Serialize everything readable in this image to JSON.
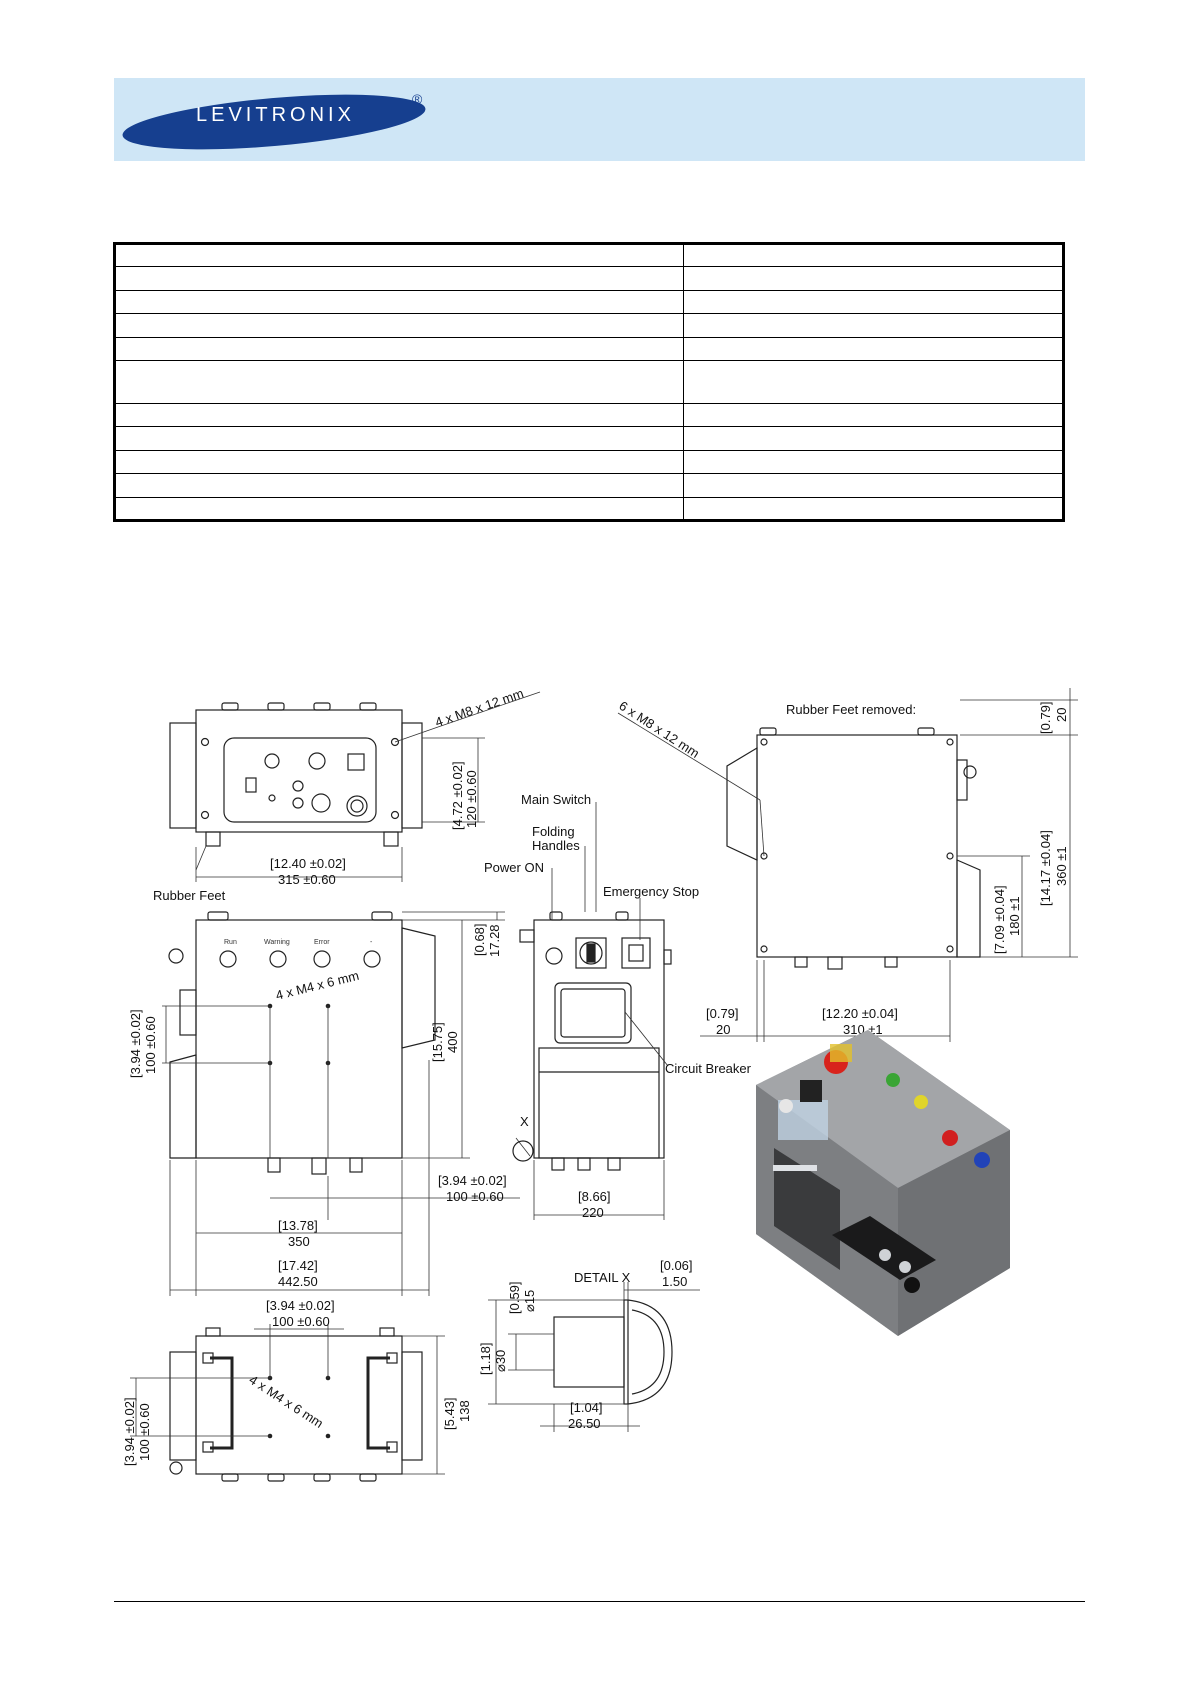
{
  "header": {
    "brand": "LEVITRONIX",
    "registered": "®",
    "banner_color": "#cfe6f6",
    "logo_color": "#163f8f"
  },
  "spec_table": {
    "rows": [
      [
        "",
        ""
      ],
      [
        "",
        ""
      ],
      [
        "",
        ""
      ],
      [
        "",
        ""
      ],
      [
        "",
        ""
      ],
      [
        "",
        ""
      ],
      [
        "",
        ""
      ],
      [
        "",
        ""
      ],
      [
        "",
        ""
      ],
      [
        "",
        ""
      ],
      [
        "",
        ""
      ]
    ]
  },
  "drawing": {
    "front": {
      "mount_screws": "4 x M8 x 12 mm",
      "width_in": "[12.40 ±0.02]",
      "width_mm": "315 ±0.60",
      "height_in": "[4.72 ±0.02]",
      "height_mm": "120 ±0.60",
      "rubber_feet": "Rubber Feet"
    },
    "side": {
      "panel_labels": [
        "Run",
        "Warning",
        "Error",
        "-"
      ],
      "holes": "4 x M4 x 6 mm",
      "hole_h_in": "[3.94 ±0.02]",
      "hole_h_mm": "100 ±0.60",
      "top_in": "[0.68]",
      "top_mm": "17.28",
      "height_in": "[15.75]",
      "height_mm": "400",
      "hole_w_in": "[3.94 ±0.02]",
      "hole_w_mm": "100 ±0.60",
      "feet_in": "[13.78]",
      "feet_mm": "350",
      "total_in": "[17.42]",
      "total_mm": "442.50"
    },
    "end": {
      "main_switch": "Main Switch",
      "folding_handles_1": "Folding",
      "folding_handles_2": "Handles",
      "power_on": "Power ON",
      "emergency_stop": "Emergency Stop",
      "circuit_breaker": "Circuit Breaker",
      "detail_marker": "X",
      "width_in": "[8.66]",
      "width_mm": "220"
    },
    "back": {
      "rubber_feet_removed": "Rubber Feet removed:",
      "screws": "6 x M8 x 12 mm",
      "top_in": "[0.79]",
      "top_mm": "20",
      "height_in": "[14.17 ±0.04]",
      "height_mm": "360 ±1",
      "mid_in": "[7.09 ±0.04]",
      "mid_mm": "180 ±1",
      "left_in": "[0.79]",
      "left_mm": "20",
      "width_in": "[12.20 ±0.04]",
      "width_mm": "310 ±1"
    },
    "top": {
      "hole_w_in": "[3.94 ±0.02]",
      "hole_w_mm": "100 ±0.60",
      "holes": "4 x M4 x 6 mm",
      "hole_h_in": "[3.94 ±0.02]",
      "hole_h_mm": "100 ±0.60",
      "depth_in": "[5.43]",
      "depth_mm": "138"
    },
    "detail": {
      "title": "DETAIL X",
      "d15_in": "[0.59]",
      "d15_mm": "⌀15",
      "d30_in": "[1.18]",
      "d30_mm": "⌀30",
      "gap_in": "[0.06]",
      "gap_mm": "1.50",
      "len_in": "[1.04]",
      "len_mm": "26.50"
    }
  }
}
